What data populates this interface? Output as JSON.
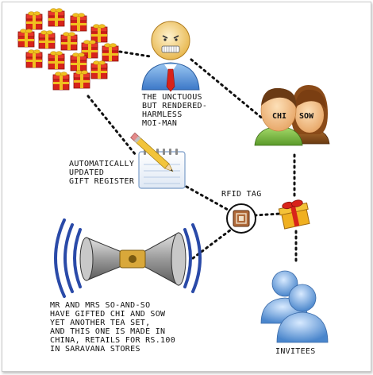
{
  "labels": {
    "moi_man": [
      "The unctuous",
      "but rendered-",
      "harmless",
      "moi-man"
    ],
    "gift_register": [
      "Automatically",
      "updated",
      "gift register"
    ],
    "rfid_tag": "RFID tag",
    "announcement": [
      "Mr and Mrs So-and-so",
      "have gifted Chi and Sow",
      "yet another tea set,",
      "and this one is made in",
      "China, retails for Rs.100",
      "in Saravana stores"
    ],
    "invitees": "Invitees"
  },
  "couple": {
    "left_name": "Chi",
    "right_name": "Sow"
  },
  "icons": [
    "gift-pile-icon",
    "moi-man-icon",
    "couple-icon",
    "notepad-pencil-icon",
    "rfid-tag-icon",
    "gift-box-icon",
    "loudspeaker-icon",
    "invitees-icon"
  ],
  "colors": {
    "gift_red": "#d8231a",
    "gift_ribbon": "#f0c020",
    "person_green": "#7ac142",
    "invitee_blue": "#6aa2dd",
    "connector": "#111111"
  }
}
